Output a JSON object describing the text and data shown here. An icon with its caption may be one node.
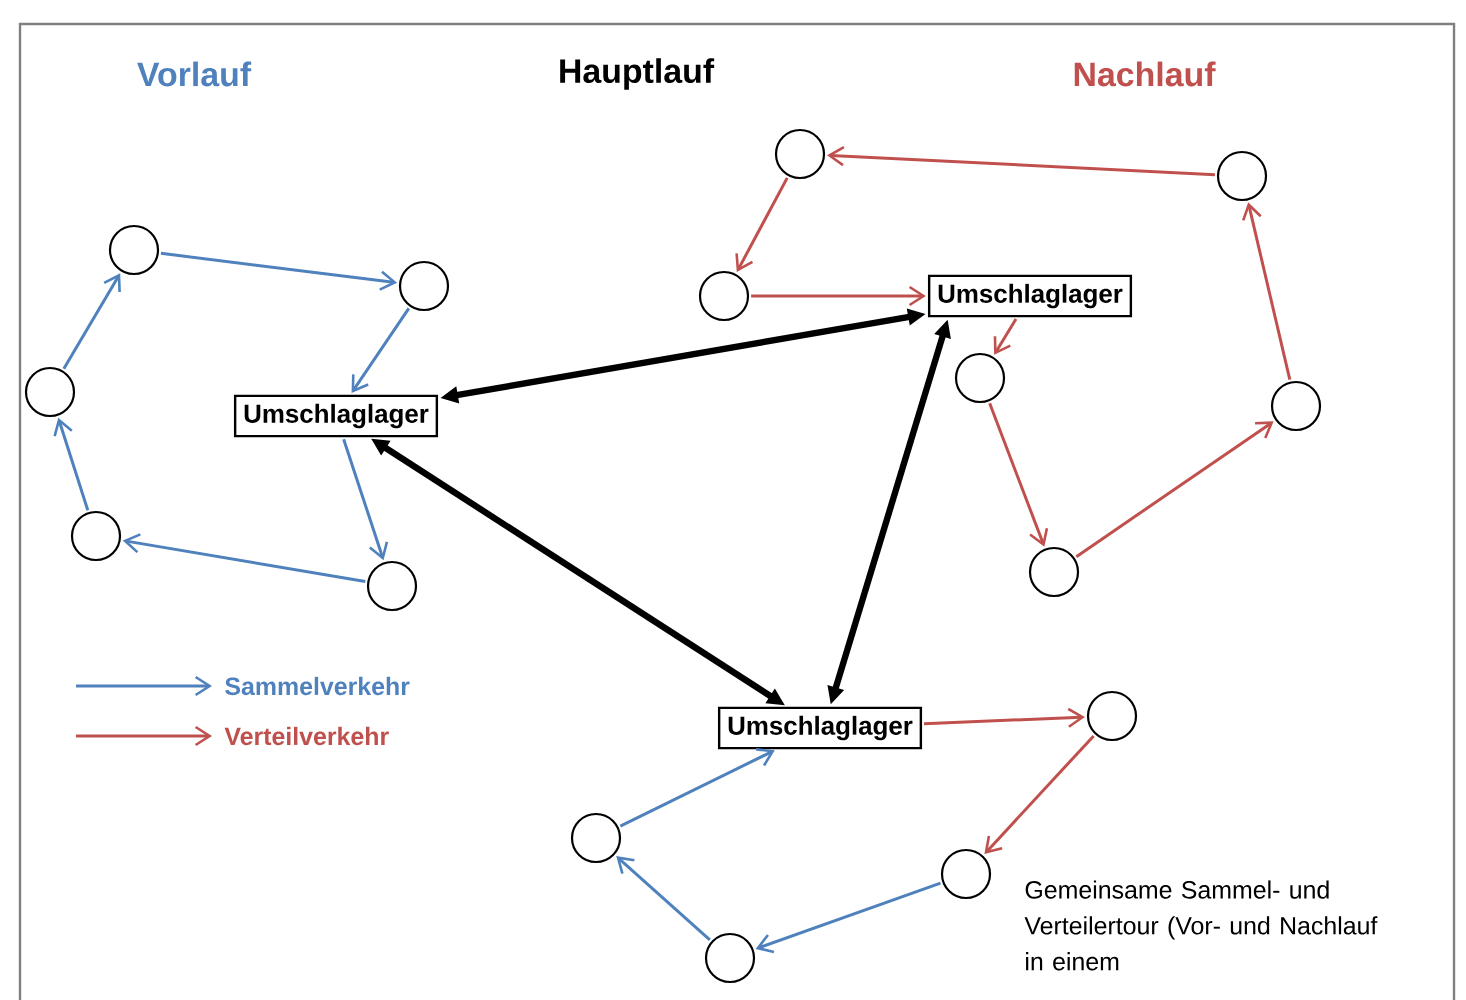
{
  "diagram": {
    "nodes": [
      {
        "text": [
          "Umschlaglager"
        ]
      },
      {
        "text": [
          "Umschlaglager"
        ]
      },
      {
        "text": [
          "Umschlaglager"
        ]
      },
      {
        "text": [],
        "shape": "circle"
      },
      {
        "text": [],
        "shape": "circle"
      },
      {
        "text": [],
        "shape": "circle"
      },
      {
        "text": [],
        "shape": "circle"
      },
      {
        "text": [],
        "shape": "circle"
      },
      {
        "text": [],
        "shape": "circle"
      },
      {
        "text": [],
        "shape": "circle"
      },
      {
        "text": [],
        "shape": "circle"
      },
      {
        "text": [],
        "shape": "circle"
      },
      {
        "text": [],
        "shape": "circle"
      },
      {
        "text": [],
        "shape": "circle"
      },
      {
        "text": [],
        "shape": "circle"
      },
      {
        "text": [],
        "shape": "circle"
      },
      {
        "text": [],
        "shape": "circle"
      },
      {
        "text": [],
        "shape": "circle"
      }
    ],
    "edges": [
      {
        "from": 5,
        "to": 3,
        "arrow": "to",
        "color": "#4f81bd"
      },
      {
        "from": 3,
        "to": 4,
        "arrow": "to",
        "color": "#4f81bd"
      },
      {
        "from": 4,
        "to": 0,
        "arrow": "to",
        "color": "#4f81bd"
      },
      {
        "from": 0,
        "to": 7,
        "arrow": "to",
        "color": "#4f81bd"
      },
      {
        "from": 7,
        "to": 6,
        "arrow": "to",
        "color": "#4f81bd"
      },
      {
        "from": 6,
        "to": 5,
        "arrow": "to",
        "color": "#4f81bd"
      },
      {
        "from": 10,
        "to": 8,
        "arrow": "to",
        "color": "#c0504d"
      },
      {
        "from": 8,
        "to": 9,
        "arrow": "to",
        "color": "#c0504d"
      },
      {
        "from": 9,
        "to": 1,
        "arrow": "to",
        "color": "#c0504d"
      },
      {
        "from": 1,
        "to": 11,
        "arrow": "to",
        "color": "#c0504d"
      },
      {
        "from": 11,
        "to": 12,
        "arrow": "to",
        "color": "#c0504d"
      },
      {
        "from": 12,
        "to": 13,
        "arrow": "to",
        "color": "#c0504d"
      },
      {
        "from": 13,
        "to": 10,
        "arrow": "to",
        "color": "#c0504d"
      },
      {
        "from": 1,
        "to": 0,
        "arrow": "both",
        "style": "thick",
        "color": "#000000"
      },
      {
        "from": 2,
        "to": 0,
        "arrow": "both",
        "style": "thick",
        "color": "#000000"
      },
      {
        "from": 2,
        "to": 1,
        "arrow": "both",
        "style": "thick",
        "color": "#000000"
      },
      {
        "from": 2,
        "to": 14,
        "arrow": "to",
        "color": "#c0504d"
      },
      {
        "from": 14,
        "to": 15,
        "arrow": "to",
        "color": "#c0504d"
      },
      {
        "from": 15,
        "to": 16,
        "arrow": "to",
        "color": "#4f81bd"
      },
      {
        "from": 16,
        "to": 17,
        "arrow": "to",
        "color": "#4f81bd"
      },
      {
        "from": 17,
        "to": 2,
        "arrow": "to",
        "color": "#4f81bd"
      }
    ],
    "labels": [
      "Vorlauf",
      "Hauptlauf",
      "Nachlauf",
      "Gemeinsame Sammel- und Verteilertour (Vor- und Nachlauf in einem"
    ],
    "legend": [
      {
        "text": "Sammelverkehr"
      },
      {
        "text": "Verteilverkehr"
      }
    ]
  }
}
